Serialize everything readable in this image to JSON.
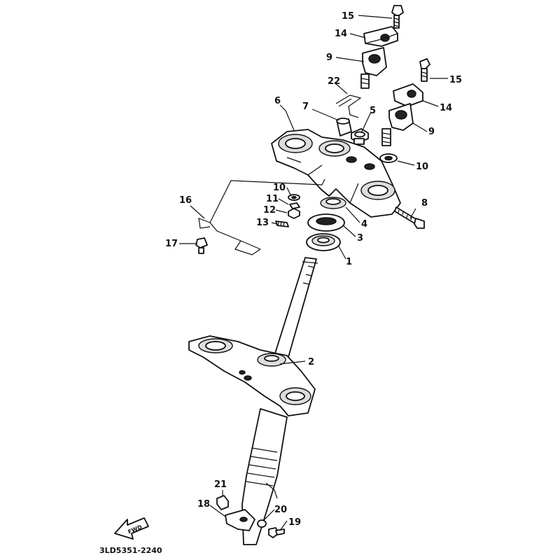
{
  "diagram": {
    "reference_code": "3LD5351-2240",
    "forward_arrow_label": "FWD",
    "callouts": [
      {
        "id": "c15a",
        "label": "15"
      },
      {
        "id": "c14a",
        "label": "14"
      },
      {
        "id": "c9a",
        "label": "9"
      },
      {
        "id": "c22",
        "label": "22"
      },
      {
        "id": "c15b",
        "label": "15"
      },
      {
        "id": "c14b",
        "label": "14"
      },
      {
        "id": "c9b",
        "label": "9"
      },
      {
        "id": "c6",
        "label": "6"
      },
      {
        "id": "c7",
        "label": "7"
      },
      {
        "id": "c5",
        "label": "5"
      },
      {
        "id": "c10a",
        "label": "10"
      },
      {
        "id": "c8",
        "label": "8"
      },
      {
        "id": "c10b",
        "label": "10"
      },
      {
        "id": "c11",
        "label": "11"
      },
      {
        "id": "c16",
        "label": "16"
      },
      {
        "id": "c12",
        "label": "12"
      },
      {
        "id": "c4",
        "label": "4"
      },
      {
        "id": "c13",
        "label": "13"
      },
      {
        "id": "c3",
        "label": "3"
      },
      {
        "id": "c17",
        "label": "17"
      },
      {
        "id": "c1",
        "label": "1"
      },
      {
        "id": "c2",
        "label": "2"
      },
      {
        "id": "c21",
        "label": "21"
      },
      {
        "id": "c18",
        "label": "18"
      },
      {
        "id": "c20",
        "label": "20"
      },
      {
        "id": "c19",
        "label": "19"
      }
    ]
  }
}
